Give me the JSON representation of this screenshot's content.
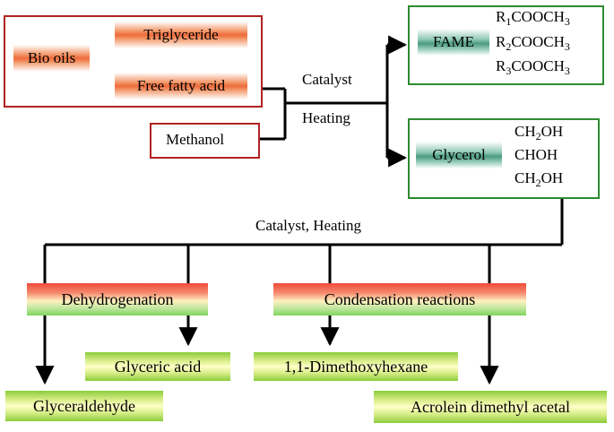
{
  "inputs": {
    "bio_oils": "Bio oils",
    "triglyceride": "Triglyceride",
    "free_fatty_acid": "Free fatty acid",
    "methanol": "Methanol"
  },
  "conditions": {
    "catalyst": "Catalyst",
    "heating": "Heating",
    "catalyst_heating": "Catalyst, Heating"
  },
  "products": {
    "fame": "FAME",
    "fame_formulas": [
      {
        "r": "R",
        "sub": "1",
        "tail": "COOCH",
        "tail_sub": "3"
      },
      {
        "r": "R",
        "sub": "2",
        "tail": "COOCH",
        "tail_sub": "3"
      },
      {
        "r": "R",
        "sub": "3",
        "tail": "COOCH",
        "tail_sub": "3"
      }
    ],
    "glycerol": "Glycerol",
    "glycerol_formula": [
      {
        "main": "CH",
        "sub": "2",
        "tail": "OH"
      },
      {
        "main": "CHOH",
        "sub": "",
        "tail": ""
      },
      {
        "main": "CH",
        "sub": "2",
        "tail": "OH"
      }
    ]
  },
  "reactions": {
    "dehydrogenation": "Dehydrogenation",
    "condensation": "Condensation reactions"
  },
  "outputs": {
    "glyceraldehyde": "Glyceraldehyde",
    "glyceric_acid": "Glyceric acid",
    "dimethoxyhexane": "1,1-Dimethoxyhexane",
    "acrolein": "Acrolein dimethyl acetal"
  },
  "colors": {
    "red_border": "#b22222",
    "green_border": "#2e8b2e",
    "line": "#000000"
  }
}
